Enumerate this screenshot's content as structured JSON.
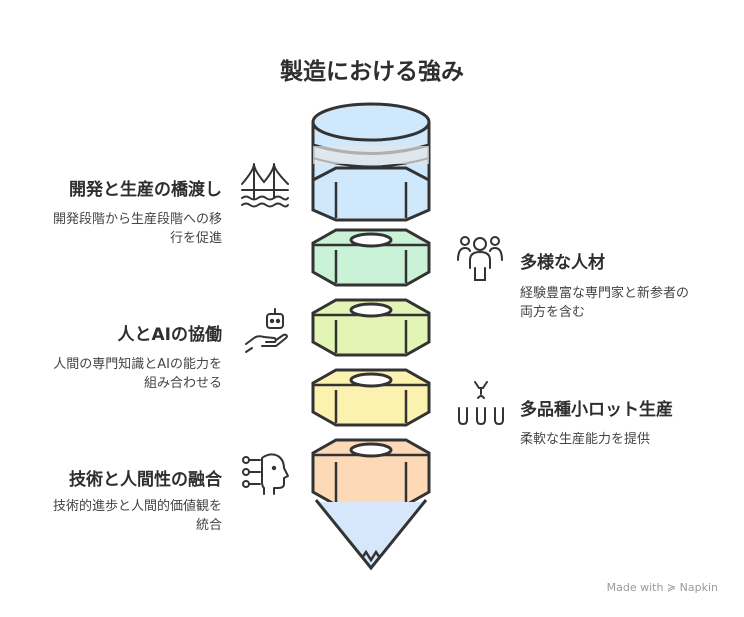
{
  "title": "製造における強み",
  "items": [
    {
      "title": "開発と生産の橋渡し",
      "desc1": "開発段階から生産段階への移",
      "desc2": "行を促進",
      "icon": "bridge-icon",
      "color": "#cfe8fb"
    },
    {
      "title": "多様な人材",
      "desc1": "経験豊富な専門家と新参者の",
      "desc2": "両方を含む",
      "icon": "people-group-icon",
      "color": "#c9f2d6"
    },
    {
      "title": "人とAIの協働",
      "desc1": "人間の専門知識とAIの能力を",
      "desc2": "組み合わせる",
      "icon": "robot-hand-icon",
      "color": "#e3f5b5"
    },
    {
      "title": "多品種小ロット生産",
      "desc1": "柔軟な生産能力を提供",
      "desc2": "",
      "icon": "production-icon",
      "color": "#fbf2b0"
    },
    {
      "title": "技術と人間性の融合",
      "desc1": "技術的進歩と人間的価値観を",
      "desc2": "統合",
      "icon": "ai-head-icon",
      "color": "#fdd9b8"
    }
  ],
  "watermark": "Made with ≽ Napkin"
}
